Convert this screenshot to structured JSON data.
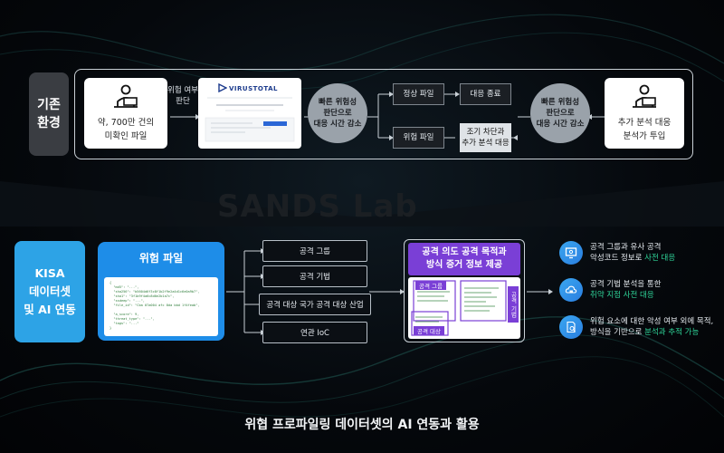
{
  "top": {
    "label": "기존\n환경",
    "left_card": {
      "line1": "약, 700만 건의",
      "line2": "미확인 파일"
    },
    "arrow_label": "위험 여부\n판단",
    "vt_logo": "VIRUSTOTAL",
    "circle_left": "빠른 위험성\n판단으로\n대응 시간 감소",
    "normal_file": "정상 파일",
    "end_response": "대응 종료",
    "risky_file": "위험 파일",
    "early_block": "조기 차단과\n추가 분석 대응",
    "circle_right": "빠른 위험성\n판단으로\n대응 시간 감소",
    "right_card": {
      "line1": "추가 분석 대응",
      "line2": "분석가 투입"
    }
  },
  "watermark": "SANDS Lab",
  "bottom": {
    "kisa_label": "KISA\n데이터셋\n및 AI 연동",
    "threat_file": "위험 파일",
    "json_text": "{\n  \"md5\": \"...\",\n  \"sha256\": \"b5604d6f3c8f1b2f9e2a4d1c6e0a9b7\",\n  \"sha1\": \"3f1b9f4a6c8d0e2b1a7c\",\n  \"ssdeep\": \"...\",\n  \"file_id\": \"Cba 07a004 afc 8da bbd 1f4feab\",\n\n  \"a_score\": 9,\n  \"threat_type\": \"...\",\n  \"tags\": \"...\"\n}",
    "middle_items": [
      "공격 그룹",
      "공격 기법",
      "공격 대상 국가 공격 대상 산업",
      "연관 IoC"
    ],
    "purple_header": "공격 의도 공격 목적과\n방식 증거 정보 제공",
    "tag_group": "공격 그룹",
    "tag_target": "공격 대상",
    "tag_side": "공격 기법",
    "results": [
      {
        "text": "공격 그룹과 유사 공격",
        "text2": "악성코드 정보로 ",
        "highlight": "사전 대응",
        "icon": "monitor-icon"
      },
      {
        "text": "공격 기법 분석을 통한",
        "text2": "",
        "highlight": "취약 지점 사전 대응",
        "icon": "cloud-lock-icon"
      },
      {
        "text": "위험 요소에 대한 악성 여부 외에 목적,",
        "text2": "방식을 기반으로 ",
        "highlight": "분석과 추적 가능",
        "icon": "document-search-icon"
      }
    ]
  },
  "caption": "위협 프로파일링 데이터셋의 AI 연동과 활용",
  "colors": {
    "kisa_blue": "#2da3e6",
    "threat_blue": "#1e8de8",
    "purple": "#7a3fd6",
    "highlight_green": "#2fd69a"
  }
}
